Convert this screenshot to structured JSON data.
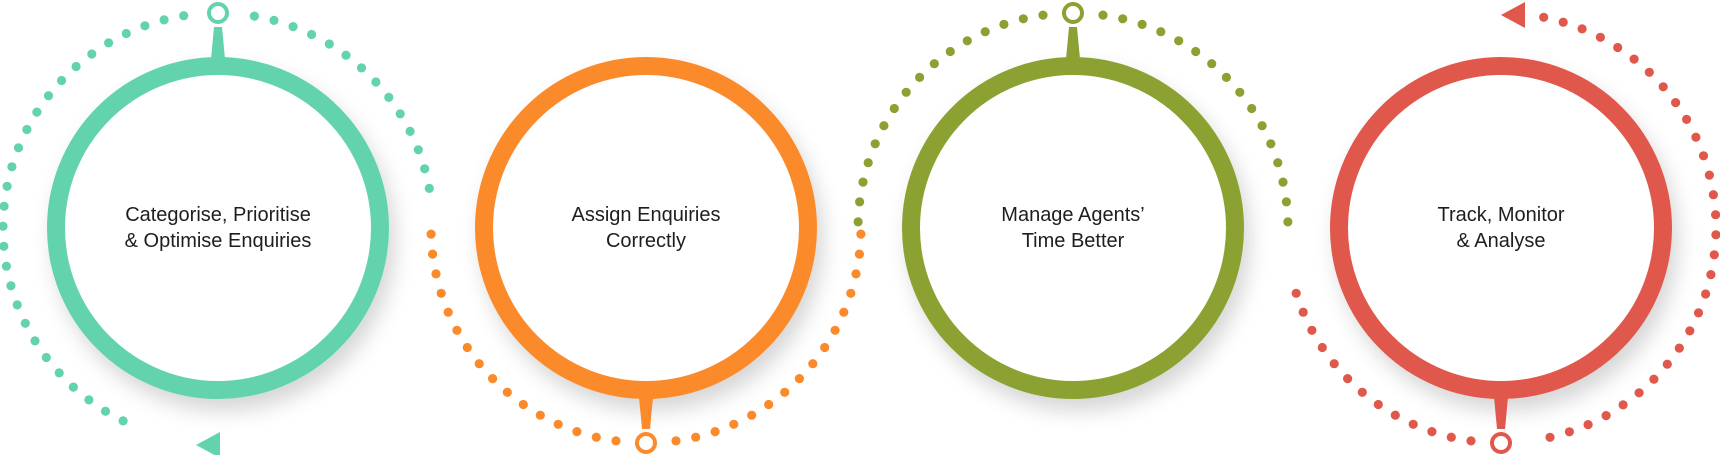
{
  "steps": [
    {
      "line1": "Categorise, Prioritise",
      "line2": "& Optimise Enquiries",
      "color": "#63d3ad",
      "connector": "top",
      "arc": "left",
      "terminal": "triangle-bottom"
    },
    {
      "line1": "Assign Enquiries",
      "line2": "Correctly",
      "color": "#fa8a2a",
      "connector": "bottom",
      "arc": "bottom",
      "terminal": "none"
    },
    {
      "line1": "Manage Agents’",
      "line2": "Time Better",
      "color": "#8ba232",
      "connector": "top",
      "arc": "top",
      "terminal": "none"
    },
    {
      "line1": "Track, Monitor",
      "line2": "& Analyse",
      "color": "#e0584b",
      "connector": "bottom",
      "arc": "right",
      "terminal": "triangle-top"
    }
  ]
}
